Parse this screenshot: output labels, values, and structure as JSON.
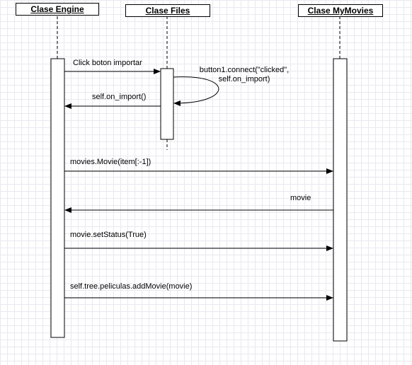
{
  "participants": {
    "engine": "Clase Engine",
    "files": "Clase Files",
    "mymovies": "Clase MyMovies"
  },
  "messages": {
    "click_importar": "Click boton importar",
    "connect_line1": "button1.connect(\"clicked\",",
    "connect_line2": "self.on_import)",
    "on_import": "self.on_import()",
    "movie_ctor": "movies.Movie(item[:-1])",
    "movie_return": "movie",
    "set_status": "movie.setStatus(True)",
    "add_movie": "self.tree.peliculas.addMovie(movie)"
  },
  "colors": {
    "grid": "#e9e9ef",
    "line": "#000000"
  }
}
